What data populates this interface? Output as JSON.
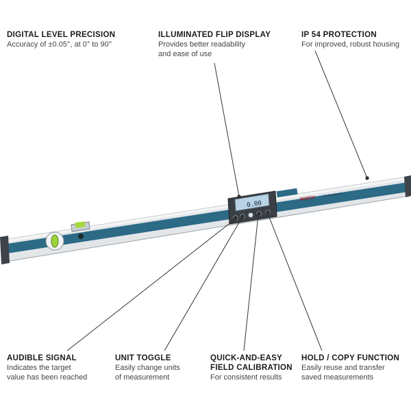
{
  "features": {
    "top": [
      {
        "title": "DIGITAL LEVEL PRECISION",
        "lines": [
          "Accuracy of ±0.05°, at 0° to 90°"
        ]
      },
      {
        "title": "ILLUMINATED FLIP DISPLAY",
        "lines": [
          "Provides better readability",
          "and ease of use"
        ]
      },
      {
        "title": "IP 54 PROTECTION",
        "lines": [
          "For improved, robust housing"
        ]
      }
    ],
    "bottom": [
      {
        "title": "AUDIBLE SIGNAL",
        "lines": [
          "Indicates the target",
          "value has been reached"
        ]
      },
      {
        "title": "UNIT TOGGLE",
        "lines": [
          "Easily change units",
          "of measurement"
        ]
      },
      {
        "title_lines": [
          "QUICK-AND-EASY",
          "FIELD CALIBRATION"
        ],
        "lines": [
          "For consistent results"
        ]
      },
      {
        "title": "HOLD / COPY FUNCTION",
        "lines": [
          "Easily reuse and transfer",
          "saved measurements"
        ]
      }
    ]
  },
  "device": {
    "display_reading": "0.00",
    "brand": "BOSCH",
    "model": "Professional"
  },
  "colors": {
    "stripe": "#2c6a86",
    "aluminum": "#d9dde1",
    "housing": "#3a3f45",
    "screen": "#b9d3e6"
  }
}
